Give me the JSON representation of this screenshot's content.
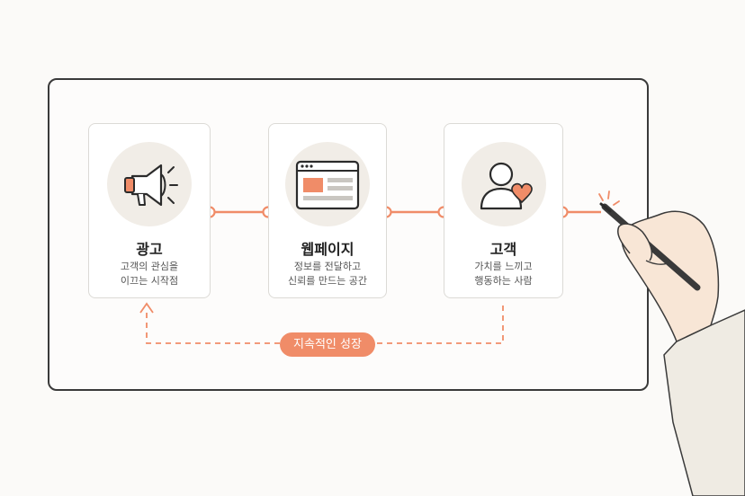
{
  "cards": [
    {
      "title": "광고",
      "desc": [
        "고객의 관심을",
        "이끄는 시작점"
      ],
      "icon": "megaphone-icon"
    },
    {
      "title": "웹페이지",
      "desc": [
        "정보를 전달하고",
        "신뢰를 만드는 공간"
      ],
      "icon": "webpage-icon"
    },
    {
      "title": "고객",
      "desc": [
        "가치를 느끼고",
        "행동하는 사람"
      ],
      "icon": "customer-heart-icon"
    }
  ],
  "loop_label": "지속적인 성장",
  "colors": {
    "accent": "#f08c68",
    "stroke": "#3a3a3a",
    "card_bg": "#ffffff",
    "icon_bg": "#f1ede7"
  }
}
